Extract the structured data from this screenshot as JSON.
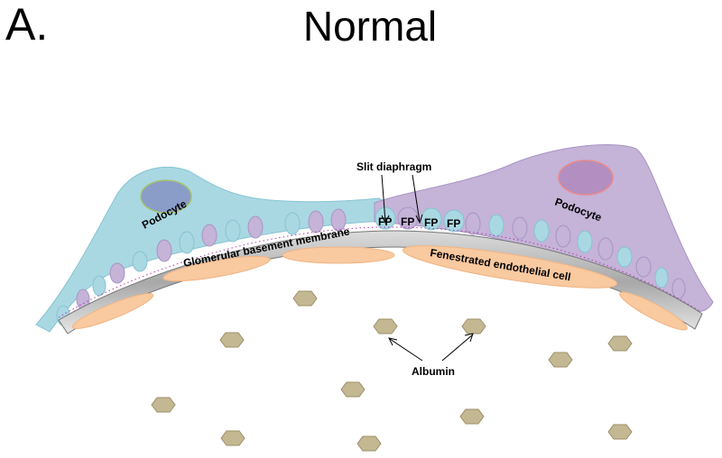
{
  "panel_letter": "A.",
  "title": "Normal",
  "labels": {
    "podocyte_left": "Podocyte",
    "podocyte_right": "Podocyte",
    "slit_diaphragm": "Slit diaphragm",
    "foot_process": "FP",
    "gbm": "Glomerular basement membrane",
    "endothelial": "Fenestrated endothelial cell",
    "albumin": "Albumin"
  },
  "colors": {
    "podocyte_left": "#a9d8e3",
    "podocyte_right": "#c5b3d8",
    "nucleus_left": "#8a9dc9",
    "nucleus_right": "#b28fc0",
    "gbm": "#c8c8c8",
    "endothelial": "#f9c9a0",
    "albumin": "#c4b893"
  }
}
